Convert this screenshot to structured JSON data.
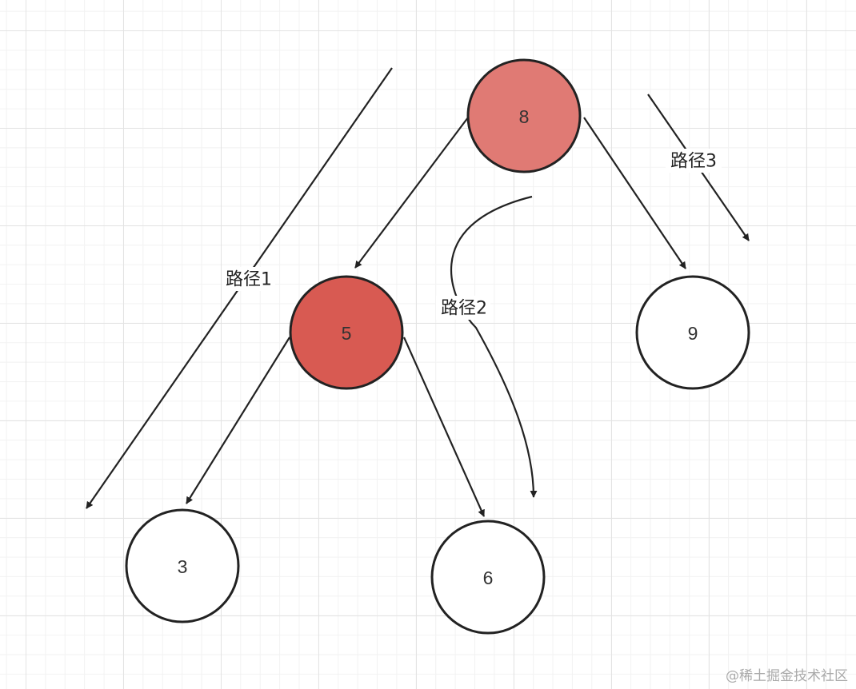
{
  "nodes": [
    {
      "id": "8",
      "label": "8",
      "fill": "#e07a74"
    },
    {
      "id": "5",
      "label": "5",
      "fill": "#d85a52"
    },
    {
      "id": "9",
      "label": "9",
      "fill": "#ffffff"
    },
    {
      "id": "3",
      "label": "3",
      "fill": "#ffffff"
    },
    {
      "id": "6",
      "label": "6",
      "fill": "#ffffff"
    }
  ],
  "edges": [
    {
      "from": "8",
      "to": "5"
    },
    {
      "from": "8",
      "to": "9"
    },
    {
      "from": "5",
      "to": "3"
    },
    {
      "from": "5",
      "to": "6"
    }
  ],
  "paths": [
    {
      "id": "path1",
      "label": "路径1"
    },
    {
      "id": "path2",
      "label": "路径2"
    },
    {
      "id": "path3",
      "label": "路径3"
    }
  ],
  "watermark": "@稀土掘金技术社区"
}
